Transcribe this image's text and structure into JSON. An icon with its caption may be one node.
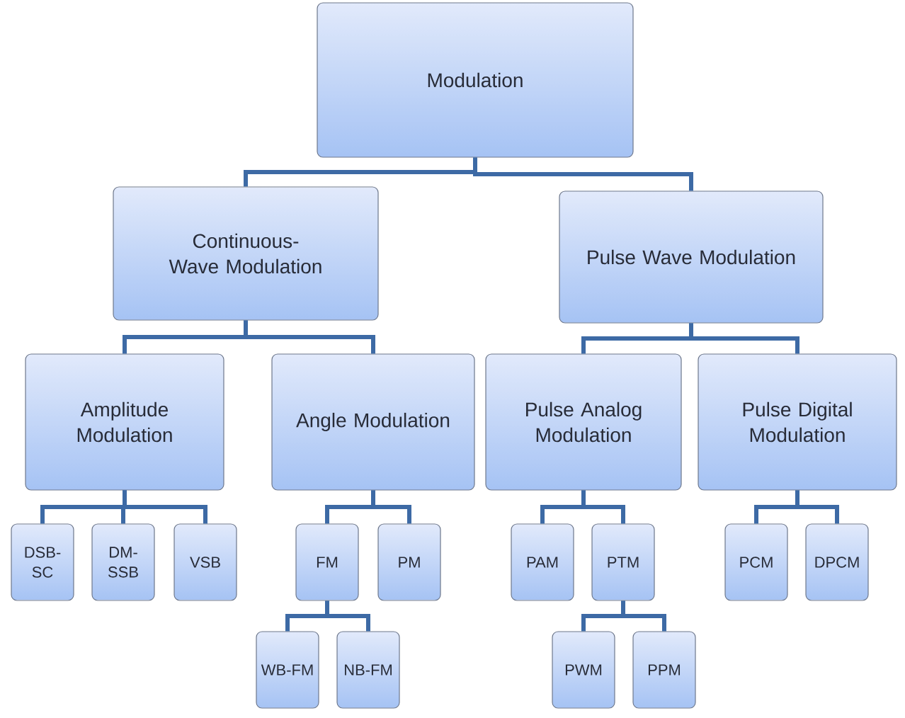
{
  "diagram": {
    "nodes": [
      {
        "text": [
          "Modulation"
        ]
      },
      {
        "text": [
          "Continuous-Wave Modulation"
        ]
      },
      {
        "text": [
          "Pulse Wave Modulation"
        ]
      },
      {
        "text": [
          "Amplitude Modulation"
        ]
      },
      {
        "text": [
          "Angle Modulation"
        ]
      },
      {
        "text": [
          "Pulse Analog Modulation"
        ]
      },
      {
        "text": [
          "Pulse Digital Modulation"
        ]
      },
      {
        "text": [
          "DSB-SC"
        ]
      },
      {
        "text": [
          "DM-SSB"
        ]
      },
      {
        "text": [
          "VSB"
        ]
      },
      {
        "text": [
          "FM"
        ]
      },
      {
        "text": [
          "PM"
        ]
      },
      {
        "text": [
          "WB-FM"
        ]
      },
      {
        "text": [
          "NB-FM"
        ]
      },
      {
        "text": [
          "PAM"
        ]
      },
      {
        "text": [
          "PTM"
        ]
      },
      {
        "text": [
          "PWM"
        ]
      },
      {
        "text": [
          "PPM"
        ]
      },
      {
        "text": [
          "PCM"
        ]
      },
      {
        "text": [
          "DPCM"
        ]
      }
    ],
    "edges": [
      {
        "from": 0,
        "to": 1,
        "arrow": "none"
      },
      {
        "from": 0,
        "to": 2,
        "arrow": "none"
      },
      {
        "from": 1,
        "to": 3,
        "arrow": "none"
      },
      {
        "from": 1,
        "to": 4,
        "arrow": "none"
      },
      {
        "from": 2,
        "to": 5,
        "arrow": "none"
      },
      {
        "from": 2,
        "to": 6,
        "arrow": "none"
      },
      {
        "from": 3,
        "to": 7,
        "arrow": "none"
      },
      {
        "from": 3,
        "to": 8,
        "arrow": "none"
      },
      {
        "from": 3,
        "to": 9,
        "arrow": "none"
      },
      {
        "from": 4,
        "to": 10,
        "arrow": "none"
      },
      {
        "from": 4,
        "to": 11,
        "arrow": "none"
      },
      {
        "from": 10,
        "to": 12,
        "arrow": "none"
      },
      {
        "from": 10,
        "to": 13,
        "arrow": "none"
      },
      {
        "from": 5,
        "to": 14,
        "arrow": "none"
      },
      {
        "from": 5,
        "to": 15,
        "arrow": "none"
      },
      {
        "from": 15,
        "to": 16,
        "arrow": "none"
      },
      {
        "from": 15,
        "to": 17,
        "arrow": "none"
      },
      {
        "from": 6,
        "to": 18,
        "arrow": "none"
      },
      {
        "from": 6,
        "to": 19,
        "arrow": "none"
      }
    ]
  }
}
